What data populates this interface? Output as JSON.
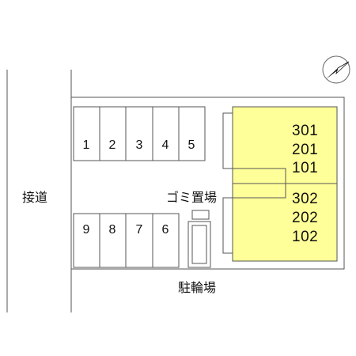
{
  "road_label": "接道",
  "parking_spaces_top": [
    "1",
    "2",
    "3",
    "4",
    "5"
  ],
  "parking_spaces_bottom": [
    "9",
    "8",
    "7",
    "6"
  ],
  "building_a_units": [
    "301",
    "201",
    "101"
  ],
  "building_b_units": [
    "302",
    "202",
    "102"
  ],
  "garbage_label": "ゴミ置場",
  "bicycle_label": "駐輪場",
  "colors": {
    "building": "#ffff99",
    "line": "#555555"
  }
}
